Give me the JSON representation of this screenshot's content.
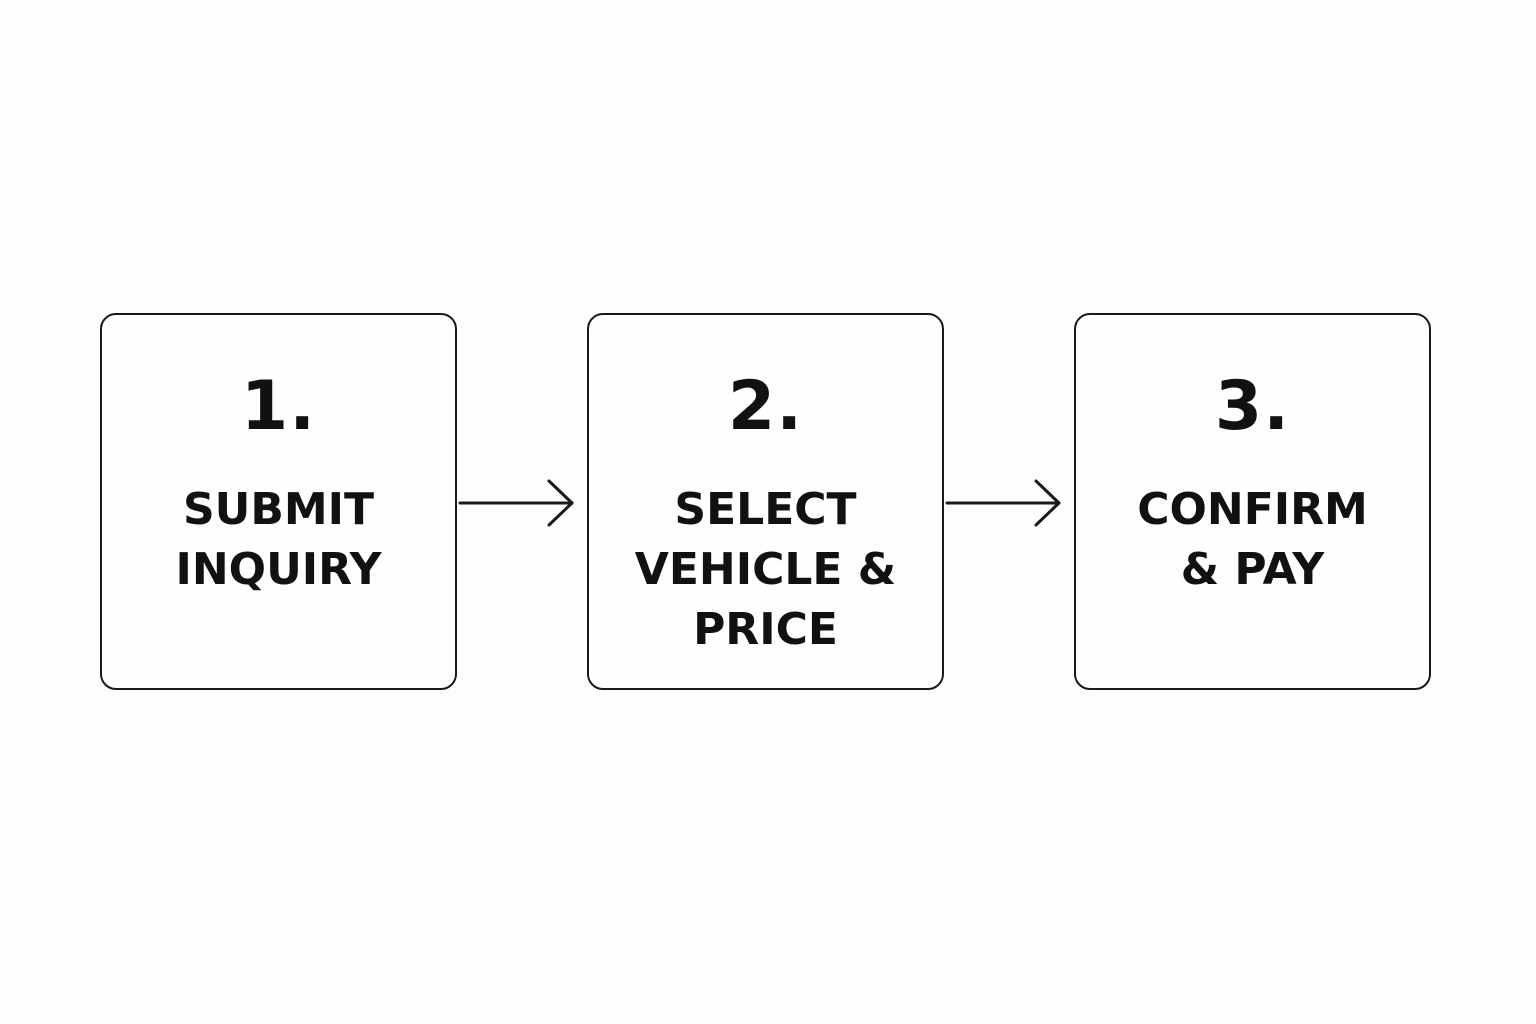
{
  "steps": [
    {
      "number": "1.",
      "label_lines": [
        "SUBMIT",
        "INQUIRY"
      ]
    },
    {
      "number": "2.",
      "label_lines": [
        "SELECT",
        "VEHICLE &",
        "PRICE"
      ]
    },
    {
      "number": "3.",
      "label_lines": [
        "CONFIRM",
        "& PAY"
      ]
    }
  ],
  "colors": {
    "stroke": "#1a1a1a",
    "text": "#111111",
    "background": "#fdfdfd"
  },
  "icons": [
    "arrow-right-icon",
    "arrow-right-icon"
  ]
}
